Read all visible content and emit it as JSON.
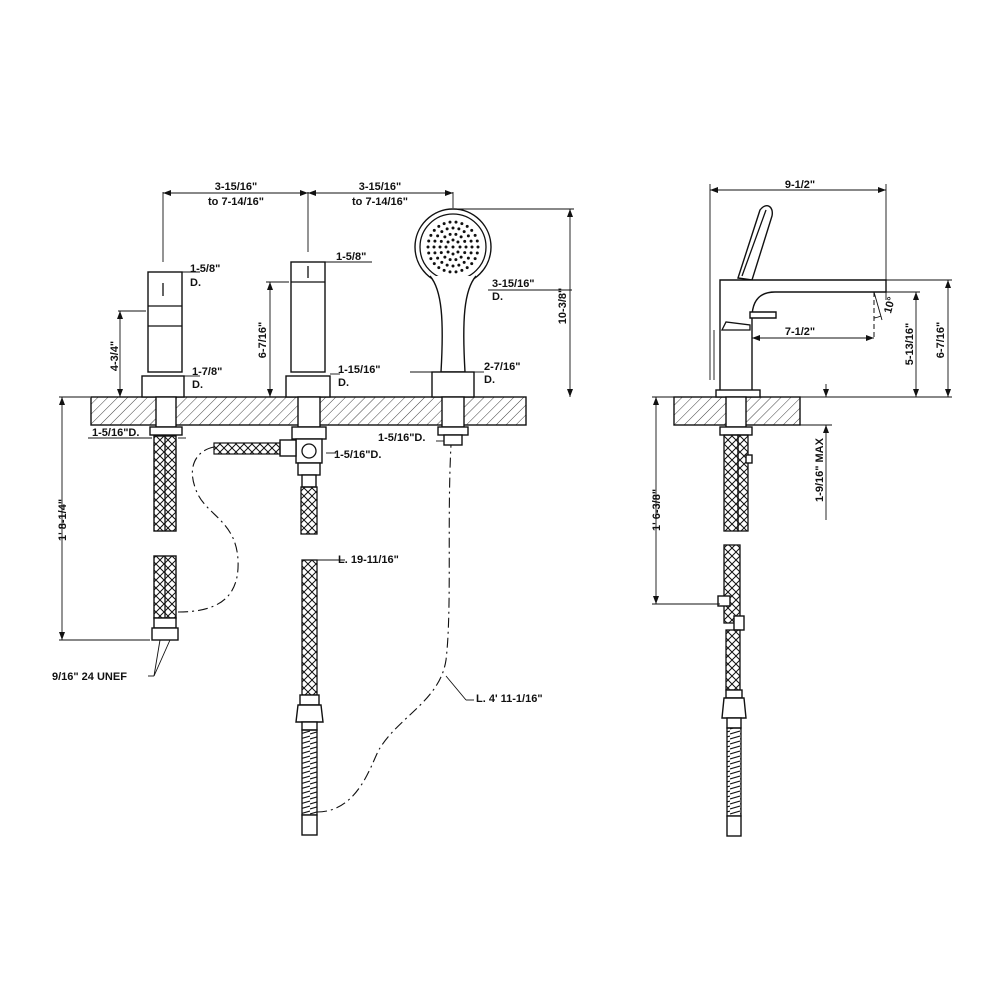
{
  "front_view": {
    "spacing_left_a": "3-15/16\"",
    "spacing_left_b": "to  7-14/16\"",
    "spacing_right_a": "3-15/16\"",
    "spacing_right_b": "to  7-14/16\"",
    "valve_head_dia": "1-5/8\"",
    "valve_head_dia_d": "D.",
    "valve_height": "4-3/4\"",
    "valve_base_dia": "1-7/8\"",
    "valve_base_dia_d": "D.",
    "valve_shank_dia": "1-5/16\"D.",
    "spout_head_dia": "1-5/8\"",
    "spout_height": "6-7/16\"",
    "spout_base_dia": "1-15/16\"",
    "spout_base_dia_d": "D.",
    "spout_shank_dia": "1-5/16\"D.",
    "handshower_dia": "3-15/16\"",
    "handshower_dia_d": "D.",
    "overall_height": "10-3/8\"",
    "holder_base_dia": "2-7/16\"",
    "holder_base_dia_d": "D.",
    "holder_shank_dia": "1-5/16\"D.",
    "below_deck_length": "1'  8-1/4\"",
    "thread_spec": "9/16\"  24  UNEF",
    "spout_hose_length": "L.  19-11/16\"",
    "handshower_hose_length": "L.  4'  11-1/16\""
  },
  "side_view": {
    "overall_depth": "9-1/2\"",
    "angle": "10°",
    "spout_reach": "7-1/2\"",
    "spout_outlet_height": "5-13/16\"",
    "spout_height": "6-7/16\"",
    "deck_thickness_max": "1-9/16\"  MAX",
    "below_deck_length": "1'  6-3/8\""
  }
}
